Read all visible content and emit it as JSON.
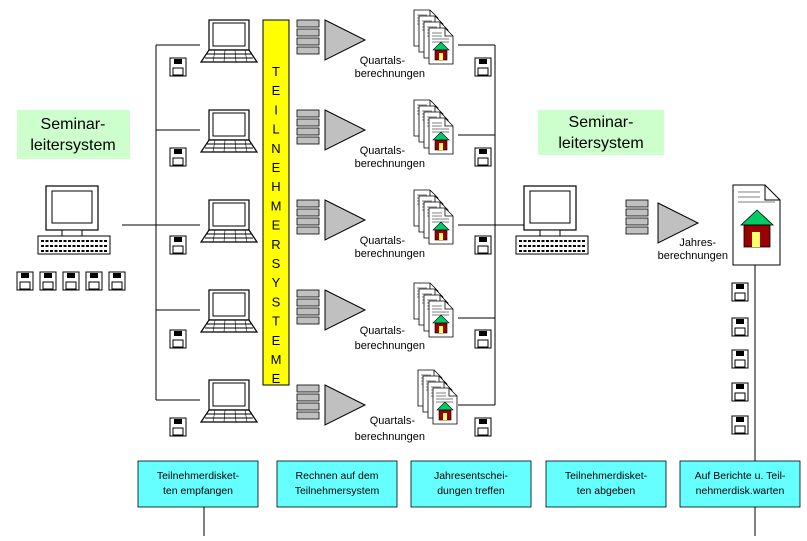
{
  "seminar_left": {
    "line1": "Seminar-",
    "line2": "leitersystem"
  },
  "seminar_right": {
    "line1": "Seminar-",
    "line2": "leitersystem"
  },
  "vertical_label": [
    "T",
    "E",
    "I",
    "L",
    "N",
    "E",
    "H",
    "M",
    "E",
    "R",
    "S",
    "Y",
    "S",
    "T",
    "E",
    "M",
    "E"
  ],
  "quarter_label": {
    "line1": "Quartals-",
    "line2": "berechnungen"
  },
  "year_label": {
    "line1": "Jahres-",
    "line2": "berechnungen"
  },
  "steps": [
    {
      "line1": "Teilnehmerdisket-",
      "line2": "ten empfangen"
    },
    {
      "line1": "Rechnen auf dem",
      "line2": "Teilnehmersystem"
    },
    {
      "line1": "Jahresentschei-",
      "line2": "dungen treffen"
    },
    {
      "line1": "Teilnehmerdisket-",
      "line2": "ten abgeben"
    },
    {
      "line1": "Auf Berichte u. Teil-",
      "line2": "nehmerdisk.warten"
    }
  ],
  "colors": {
    "seminar_box": "#ccffcc",
    "yellow_bar": "#ffff00",
    "step_box": "#66ffff",
    "triangle": "#c0c0c0",
    "house_body": "#990000",
    "house_roof": "#00cc66"
  }
}
